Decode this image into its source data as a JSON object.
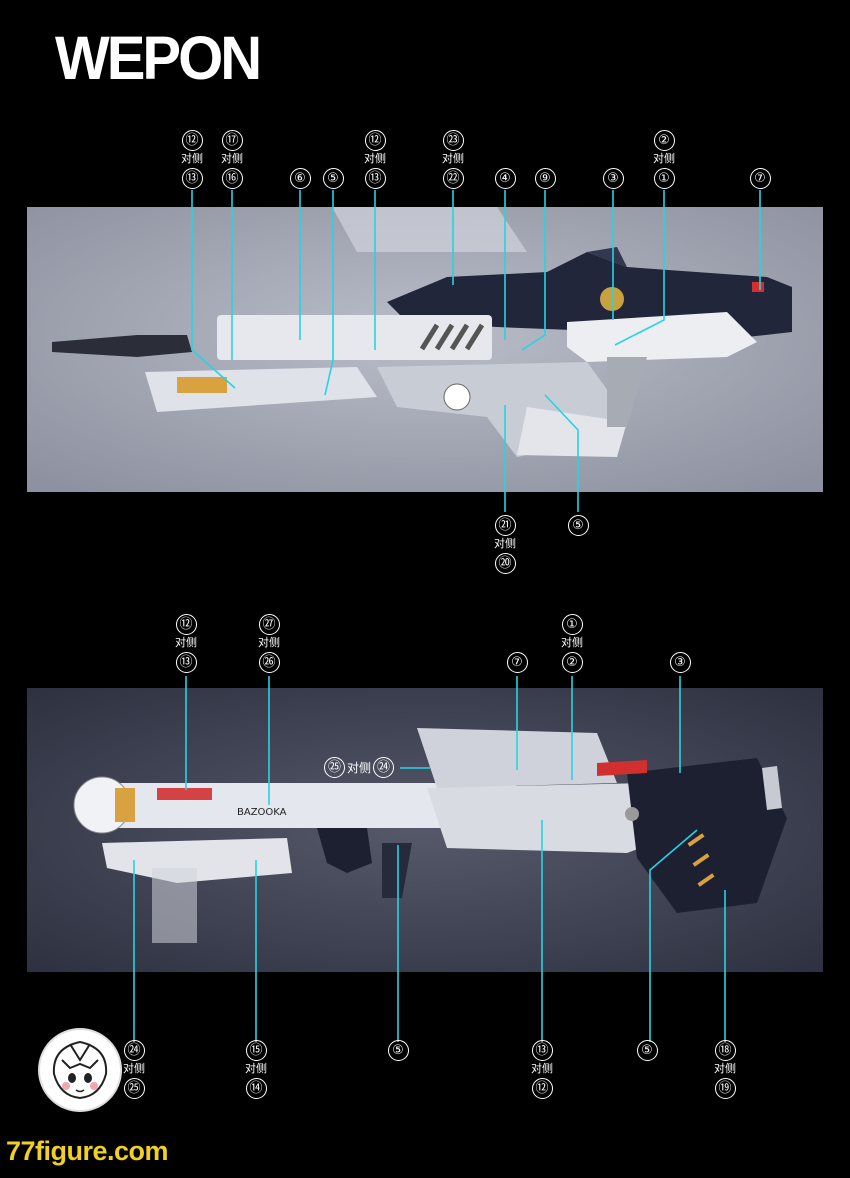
{
  "title": "WEPON",
  "site": "77figure.com",
  "side_text": "对侧",
  "colors": {
    "background": "#000000",
    "leader_line": "#27d3e3",
    "site_text": "#f0d020"
  },
  "top_labels": [
    {
      "top": "⑫",
      "bottom": "⑬"
    },
    {
      "top": "⑰",
      "bottom": "⑯"
    },
    {
      "single": "⑥"
    },
    {
      "single": "⑤"
    },
    {
      "top": "⑫",
      "bottom": "⑬"
    },
    {
      "top": "㉓",
      "bottom": "㉒"
    },
    {
      "single": "④"
    },
    {
      "single": "⑨"
    },
    {
      "single": "③"
    },
    {
      "top": "②",
      "bottom": "①"
    },
    {
      "single": "⑦"
    }
  ],
  "top_bottom_labels": [
    {
      "top": "㉑",
      "bottom": "⑳"
    },
    {
      "single": "⑤"
    }
  ],
  "mid_labels": [
    {
      "top": "⑫",
      "bottom": "⑬"
    },
    {
      "top": "㉗",
      "bottom": "㉖"
    },
    {
      "top": "①",
      "bottom": "②"
    },
    {
      "single": "⑦"
    },
    {
      "single": "③"
    }
  ],
  "mid_inline": {
    "left": "㉕",
    "right": "㉔"
  },
  "bottom_labels": [
    {
      "top": "㉔",
      "bottom": "㉕"
    },
    {
      "top": "⑮",
      "bottom": "⑭"
    },
    {
      "single": "⑤"
    },
    {
      "top": "⑬",
      "bottom": "⑫"
    },
    {
      "single": "⑤"
    },
    {
      "top": "⑱",
      "bottom": "⑲"
    }
  ],
  "bazooka_text": "BAZOOKA"
}
